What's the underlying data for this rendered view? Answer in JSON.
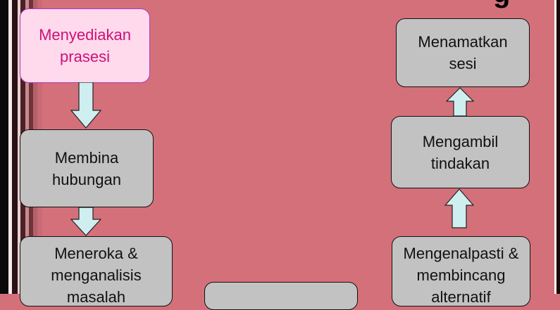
{
  "diagram": {
    "title_fragment": "g",
    "steps": [
      {
        "label": "Menyediakan\nprasesi"
      },
      {
        "label": "Membina\nhubungan"
      },
      {
        "label": "Meneroka  &\nmenganalisis\nmasalah"
      },
      {
        "label": ""
      },
      {
        "label": "Mengenalpasti  &\nmembincang\nalternatif"
      },
      {
        "label": "Mengambil\ntindakan"
      },
      {
        "label": "Menamatkan\nsesi"
      }
    ]
  },
  "colors": {
    "background": "#d4707a",
    "box_fill": "#c2c2c2",
    "first_box_fill": "#ffd9ec",
    "first_box_text": "#cc1177",
    "arrow_fill": "#cfeef0"
  }
}
